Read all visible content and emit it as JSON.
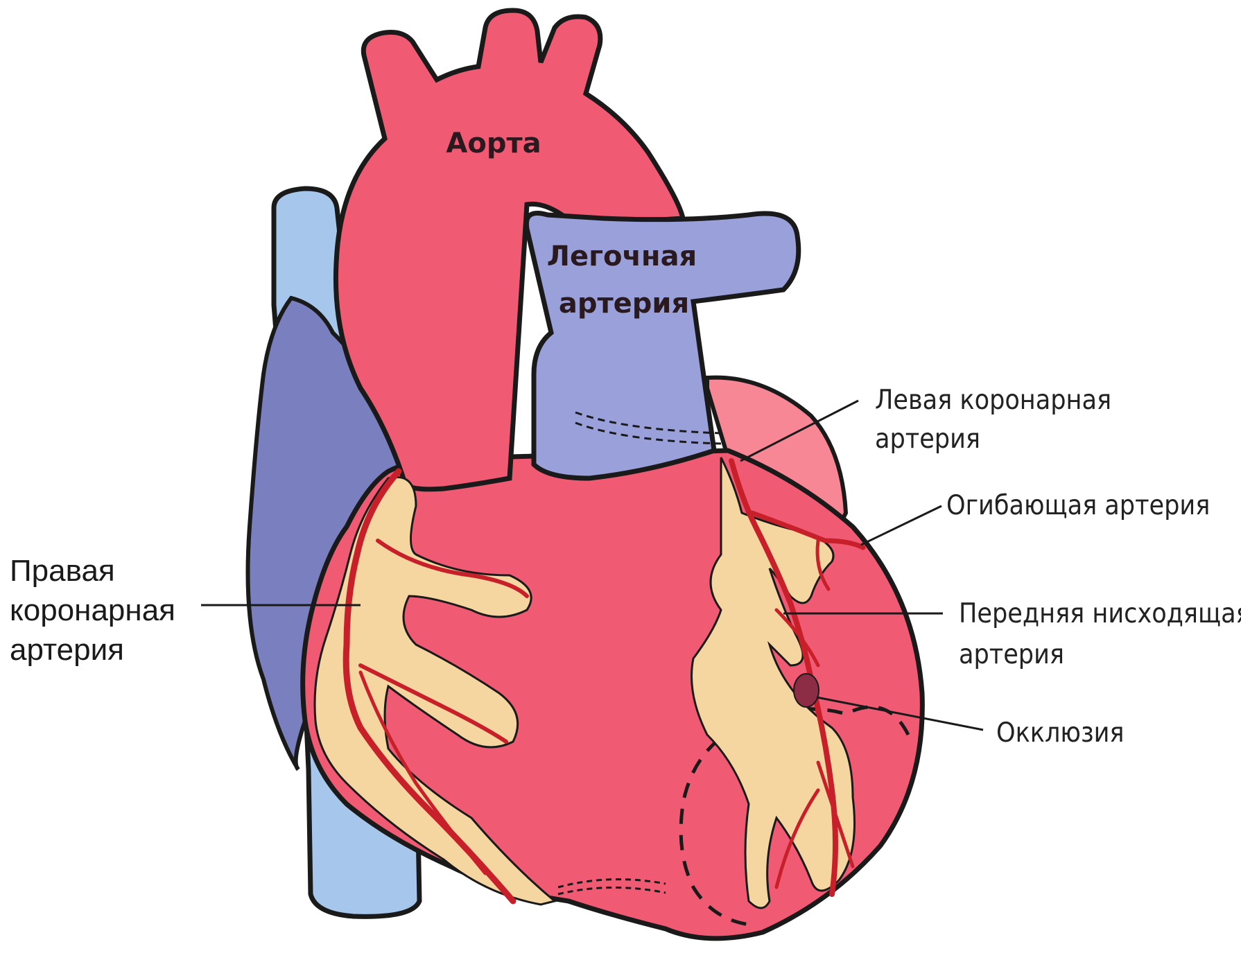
{
  "labels": {
    "aorta": "Аорта",
    "pulmonary_line1": "Легочная",
    "pulmonary_line2": "артерия",
    "right_coronary_line1": "Правая",
    "right_coronary_line2": "коронарная",
    "right_coronary_line3": "артерия",
    "left_coronary_line1": "Левая коронарная",
    "left_coronary_line2": "артерия",
    "circumflex": "Огибающая артерия",
    "lad_line1": "Передняя нисходящая",
    "lad_line2": "артерия",
    "occlusion": "Окклюзия"
  },
  "colors": {
    "heart": "#f05a73",
    "heart_light": "#f78795",
    "vein_light": "#a6c6ec",
    "vein_dark": "#7a7fbf",
    "pulmonary": "#9aa0da",
    "artery": "#c8202a",
    "fat": "#f5d5a0",
    "occlusion": "#8c2d45",
    "outline": "#1a1a1a"
  }
}
